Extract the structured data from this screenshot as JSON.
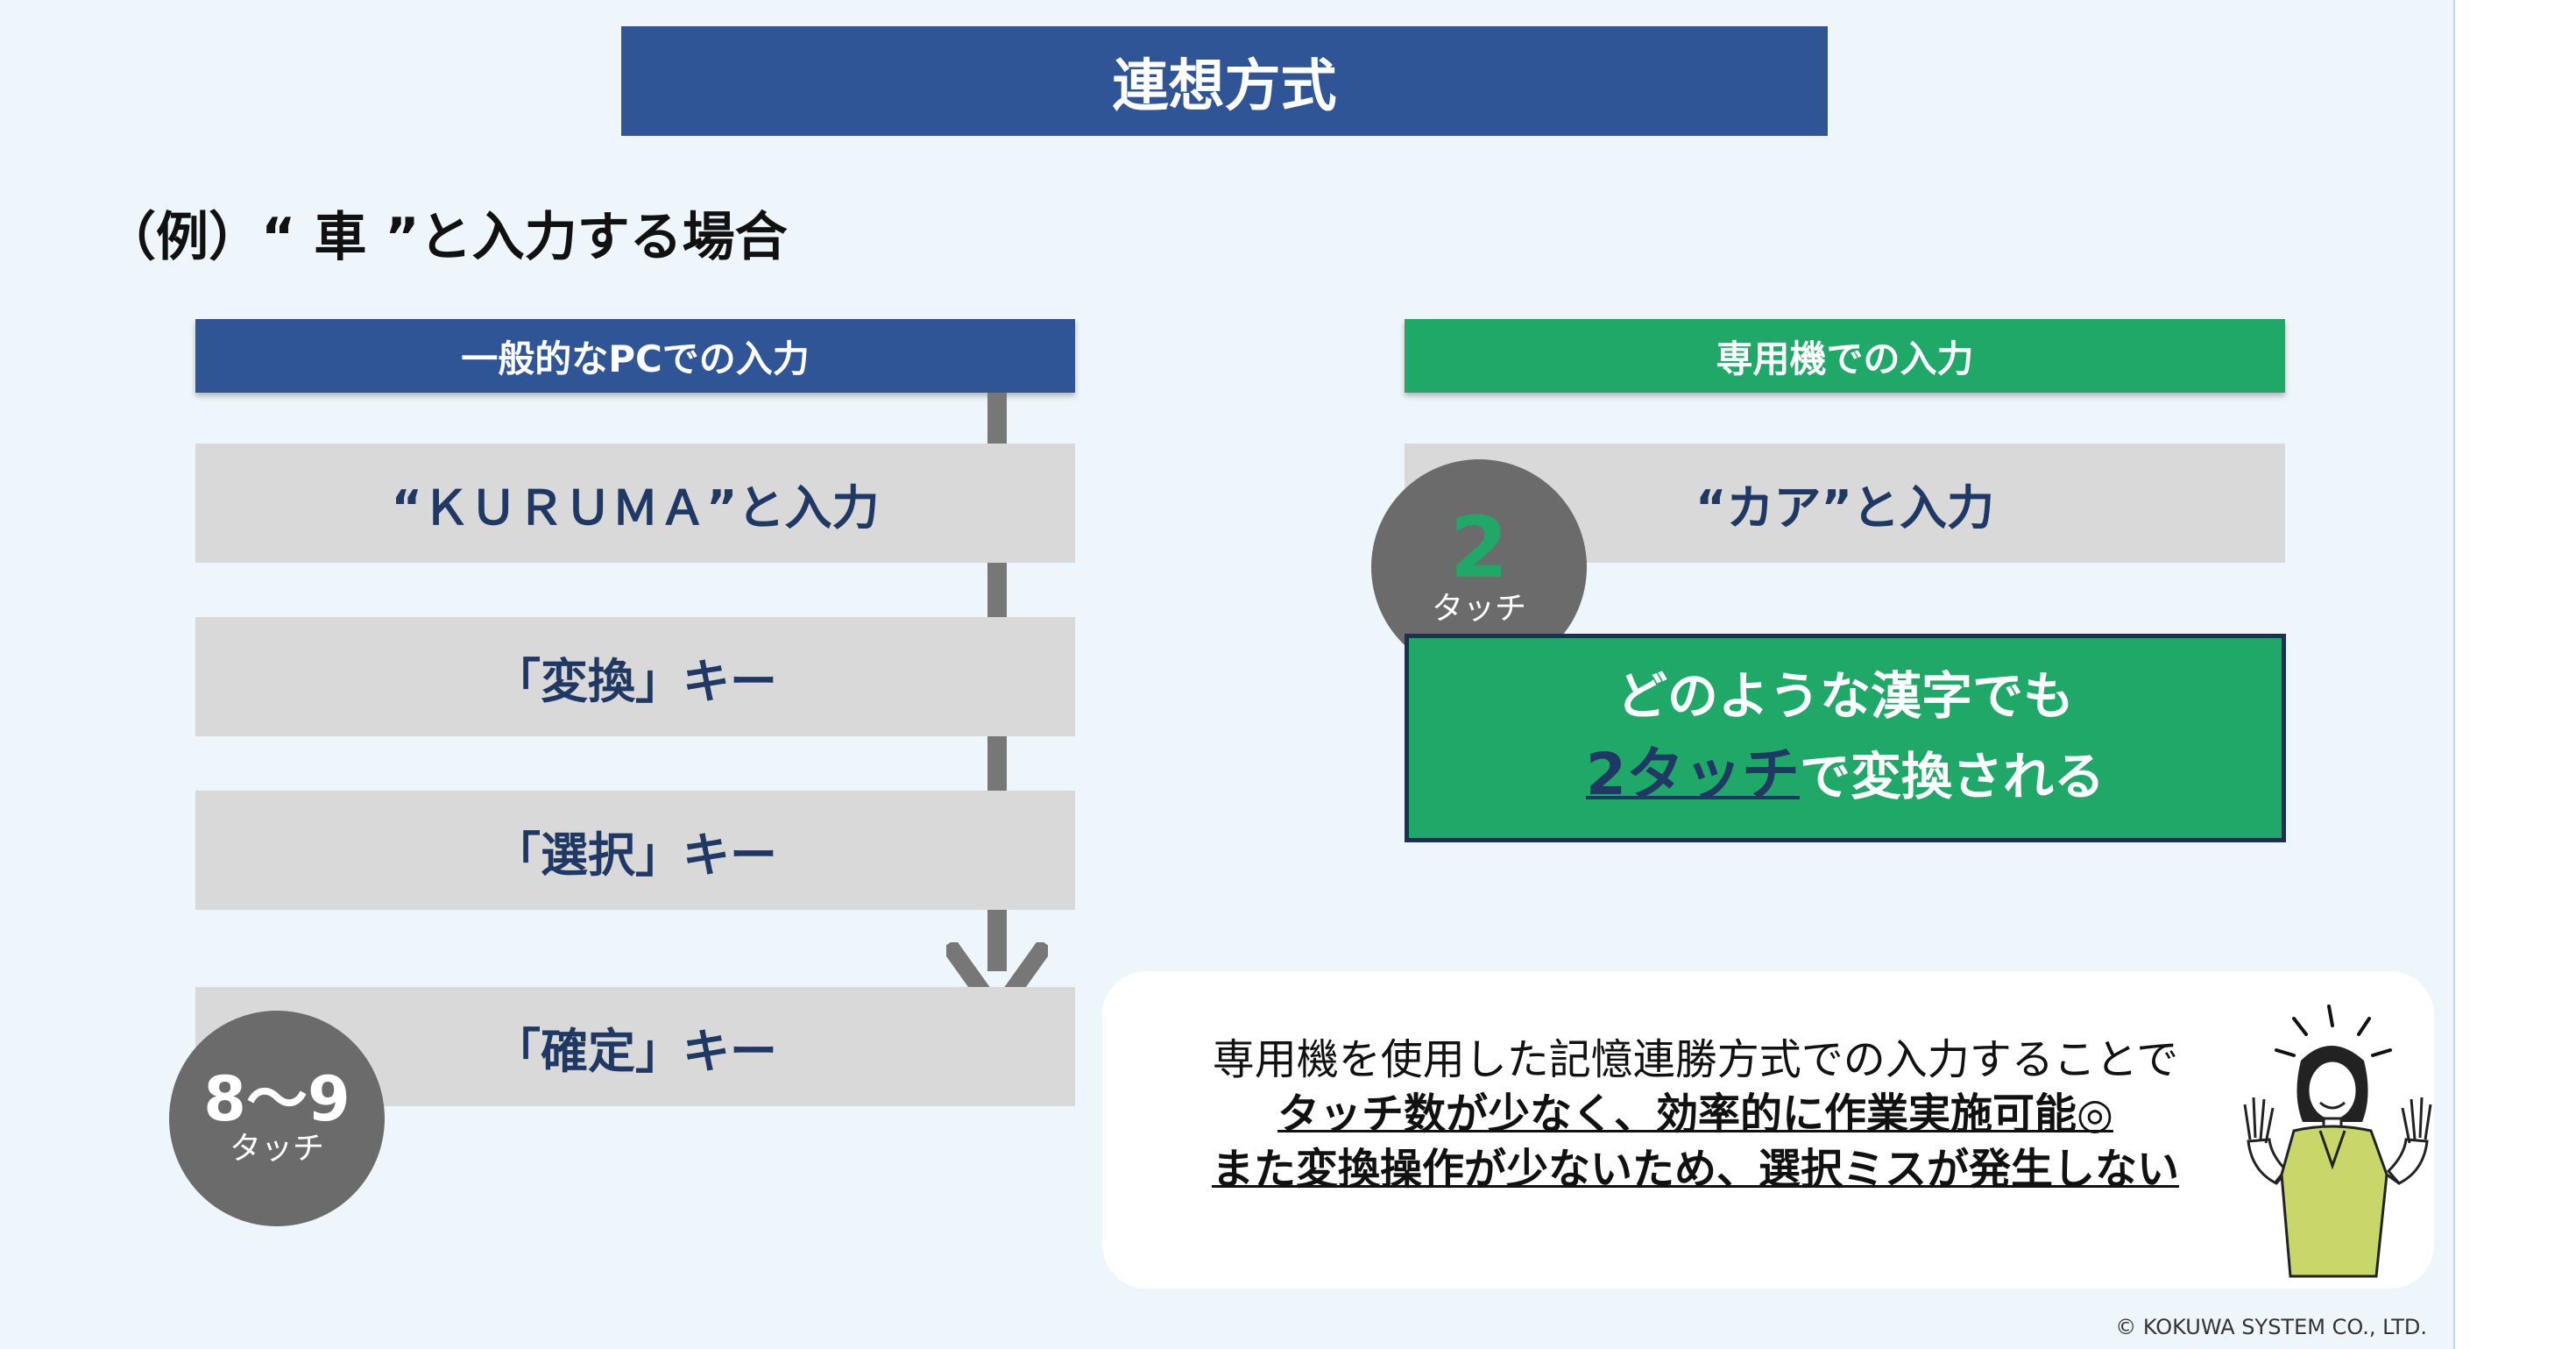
{
  "title": "連想方式",
  "example": "（例）“ 車 ”と入力する場合",
  "left": {
    "header": "一般的なPCでの入力",
    "steps": [
      "“ＫＵＲＵＭＡ”と入力",
      "「変換」キー",
      "「選択」キー",
      "「確定」キー"
    ],
    "bubble": {
      "number": "8～9",
      "unit": "タッチ"
    }
  },
  "right": {
    "header": "専用機での入力",
    "step": "“カア”と入力",
    "bubble": {
      "number": "2",
      "number_color": "#1fa868",
      "unit": "タッチ"
    },
    "box": {
      "line1": "どのような漢字でも",
      "highlight": "2タッチ",
      "line2_rest": "で変換される"
    }
  },
  "note": {
    "line1": "専用機を使用した記憶連勝方式での入力することで",
    "line2": "タッチ数が少なく、効率的に作業実施可能◎",
    "line3": "また変換操作が少ないため、選択ミスが発生しない"
  },
  "copyright": "© KOKUWA SYSTEM CO., LTD.",
  "colors": {
    "navy": "#2f5597",
    "green": "#1fa868",
    "gray": "#d9d9d9",
    "bubble": "#6b6b6b"
  }
}
